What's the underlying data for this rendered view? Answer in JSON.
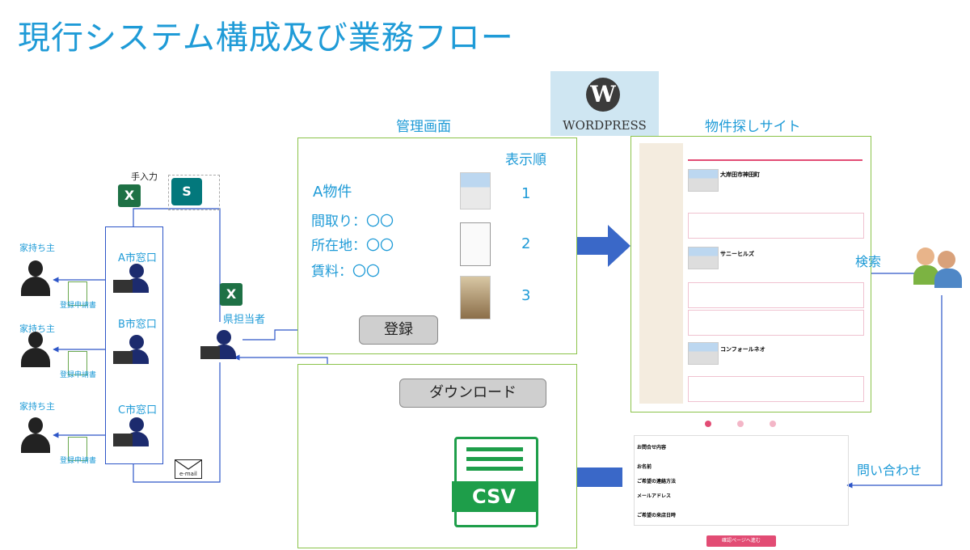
{
  "title": "現行システム構成及び業務フロー",
  "labels": {
    "owner": "家持ち主",
    "form": "登録申請書",
    "input": "手入力",
    "window_a": "A市窓口",
    "window_b": "B市窓口",
    "window_c": "C市窓口",
    "prefecture": "県担当者",
    "email": "e-mail",
    "admin": "管理画面",
    "wordpress": "WordPress",
    "site": "物件探しサイト",
    "search": "検索",
    "inquiry": "問い合わせ",
    "download": "ダウンロード",
    "register": "登録",
    "csv": "CSV"
  },
  "property": {
    "name": "A物件",
    "layout": "間取り：〇〇",
    "location": "所在地：〇〇",
    "rent": "賃料：〇〇",
    "order_title": "表示順",
    "order": [
      "1",
      "2",
      "3"
    ]
  },
  "site_listing": [
    "大岸田市神田町",
    "サニーヒルズ",
    "コンフォールネオ"
  ],
  "form_rows": [
    "お問合せ内容",
    "お名前",
    "ご希望の連絡方法",
    "メールアドレス",
    "ご希望の来店日時"
  ],
  "form_submit": "確認ページへ進む"
}
